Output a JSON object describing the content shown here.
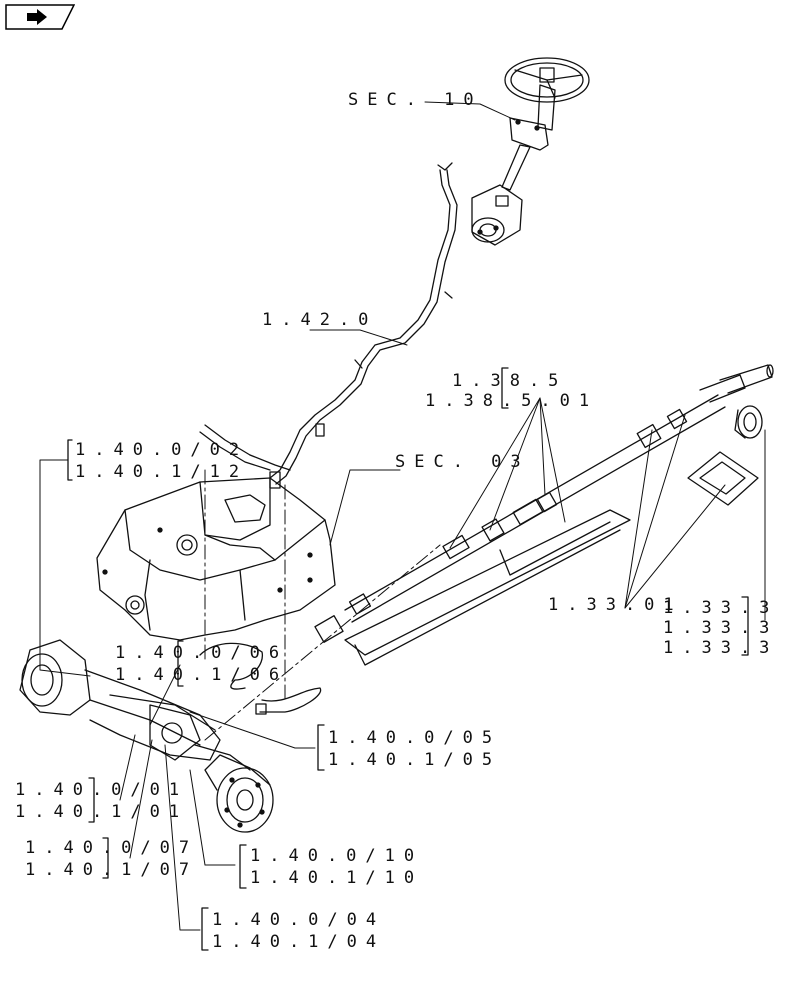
{
  "nav": {
    "icon": "arrow-right-icon"
  },
  "labels": {
    "sec10": "SEC. 10",
    "ref_1420": "1.42.0",
    "sec03": "SEC. 03",
    "ref_1385a": "1.38.5",
    "ref_1385b": "1.38.5.01",
    "ref_14002": "1.40.0/02",
    "ref_14012": "1.40.1/12",
    "ref_1333a": "1.33.01",
    "ref_1333b": "1.33.3",
    "ref_1333c": "1.33.3",
    "ref_1333d": "1.33.3",
    "ref_14006": "1.40.0/06",
    "ref_14106": "1.40.1/06",
    "ref_14005": "1.40.0/05",
    "ref_14105": "1.40.1/05",
    "ref_14001": "1.40.0/01",
    "ref_14101": "1.40.1/01",
    "ref_14007": "1.40.0/07",
    "ref_14107": "1.40.1/07",
    "ref_14010": "1.40.0/10",
    "ref_14110": "1.40.1/10",
    "ref_14004": "1.40.0/04",
    "ref_14104": "1.40.1/04"
  }
}
